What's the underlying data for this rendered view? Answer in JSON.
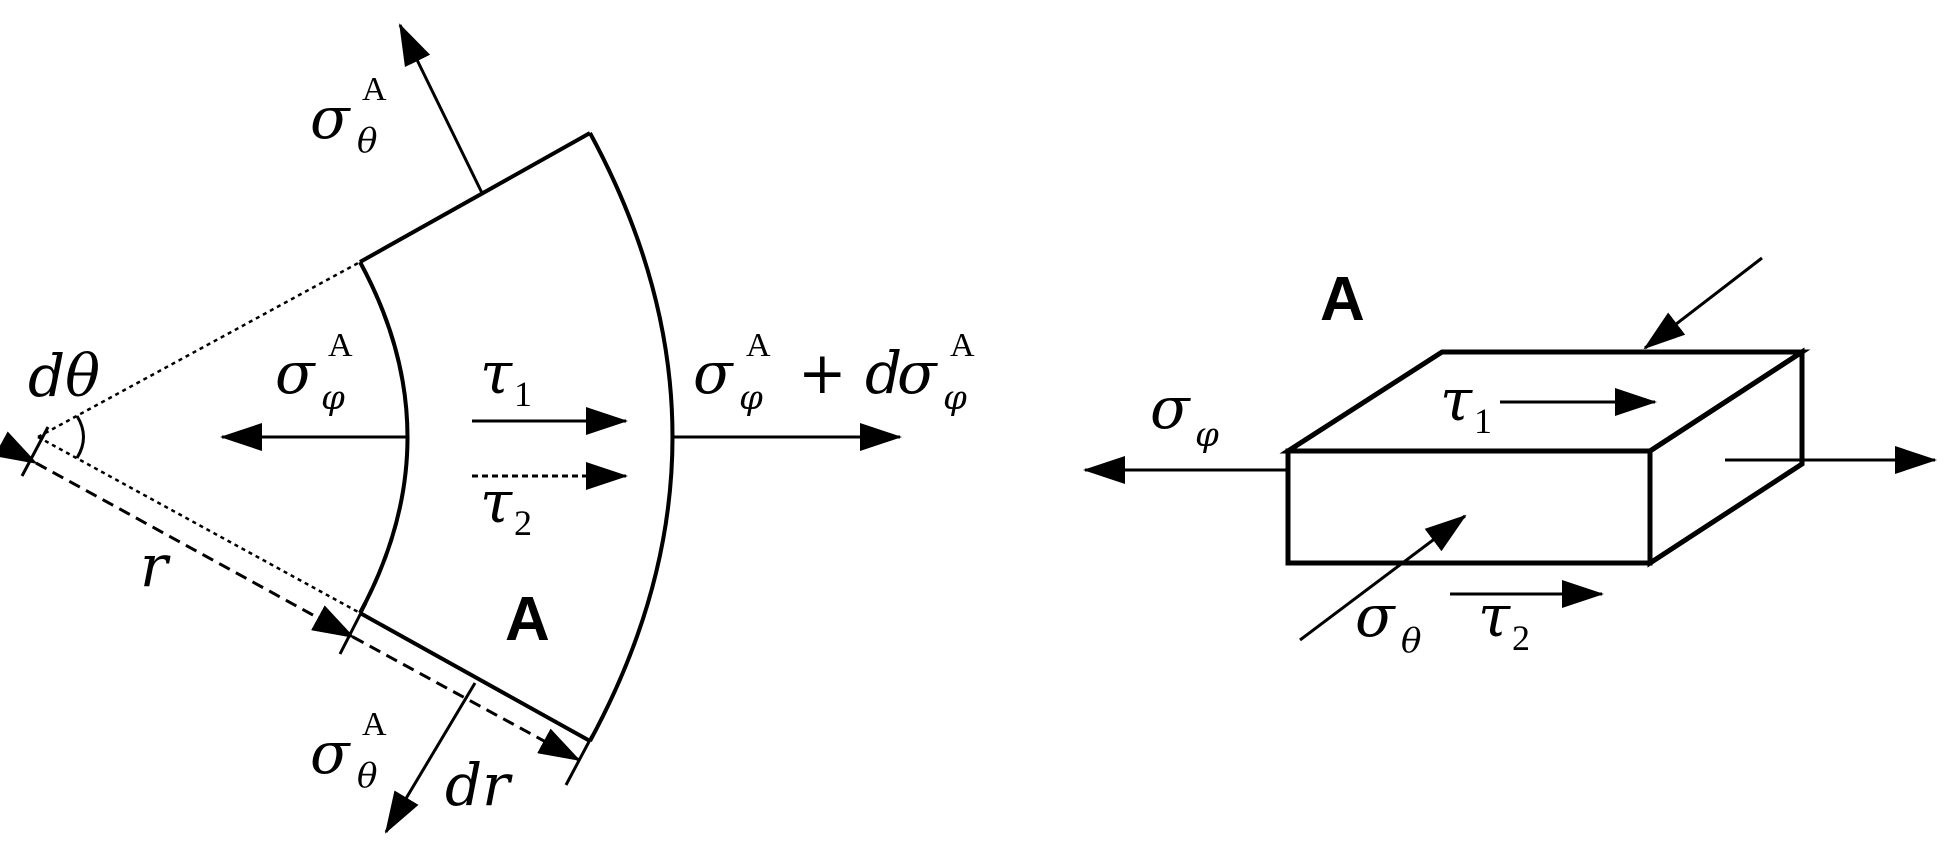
{
  "left_element": {
    "angle_label": "dθ",
    "radius_label": "r",
    "width_label": "dr",
    "region_label": "A",
    "sigma_theta_top": {
      "base": "σ",
      "sub": "θ",
      "sup": "A"
    },
    "sigma_theta_bottom": {
      "base": "σ",
      "sub": "θ",
      "sup": "A"
    },
    "sigma_phi_inner": {
      "base": "σ",
      "sub": "φ",
      "sup": "A"
    },
    "sigma_phi_outer": {
      "base": "σ",
      "sub": "φ",
      "sup": "A",
      "plus": "+ d",
      "base2": "σ",
      "sub2": "φ",
      "sup2": "A"
    },
    "tau_1": {
      "base": "τ",
      "sub": "1"
    },
    "tau_2": {
      "base": "τ",
      "sub": "2"
    }
  },
  "right_element": {
    "region_label": "A",
    "sigma_phi": {
      "base": "σ",
      "sub": "φ"
    },
    "sigma_theta": {
      "base": "σ",
      "sub": "θ"
    },
    "tau_1": {
      "base": "τ",
      "sub": "1"
    },
    "tau_2": {
      "base": "τ",
      "sub": "2"
    }
  },
  "colors": {
    "ink": "#000000",
    "background": "#ffffff"
  }
}
